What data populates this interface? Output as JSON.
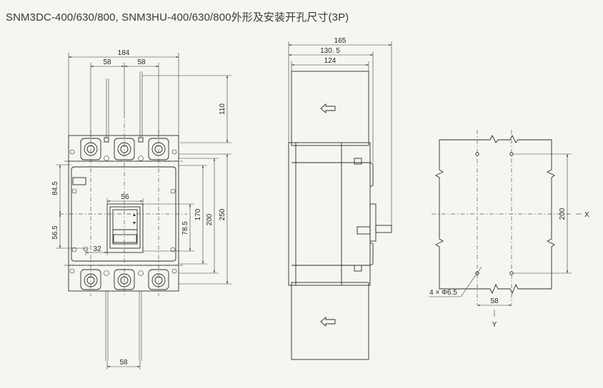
{
  "title": "SNM3DC-400/630/800, SNM3HU-400/630/800外形及安装开孔尺寸(3P)",
  "front_view": {
    "dims": {
      "width_total": "184",
      "pitch_left": "58",
      "pitch_right": "58",
      "height_top": "110",
      "h_84_5": "84.5",
      "h_56_5": "56.5",
      "w_56": "56",
      "w_32": "32",
      "h_78_5": "78.5",
      "h_170": "170",
      "h_200": "200",
      "h_250": "250",
      "bottom_pitch": "58"
    }
  },
  "side_view": {
    "dims": {
      "depth_total": "165",
      "depth_130_5": "130. 5",
      "depth_124": "124"
    }
  },
  "cutout_view": {
    "dims": {
      "height_200": "200",
      "hole_spec": "4 × Φ6.5",
      "width_58": "58",
      "axis_x": "X",
      "axis_y": "Y"
    }
  }
}
